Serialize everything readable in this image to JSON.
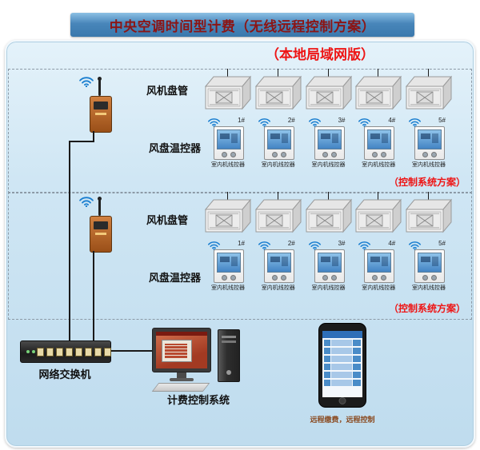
{
  "title_bar": {
    "text": "中央空调时间型计费（无线远程控制方案）"
  },
  "subtitle": {
    "text": "（本地局域网版）"
  },
  "sections": [
    {
      "fan_coil_label": "风机盘管",
      "thermostat_label": "风盘温控器",
      "control_note": "（控制系统方案）",
      "units": [
        {
          "id": "1#",
          "caption": "室内机线控器"
        },
        {
          "id": "2#",
          "caption": "室内机线控器"
        },
        {
          "id": "3#",
          "caption": "室内机线控器"
        },
        {
          "id": "4#",
          "caption": "室内机线控器"
        },
        {
          "id": "5#",
          "caption": "室内机线控器"
        }
      ]
    },
    {
      "fan_coil_label": "风机盘管",
      "thermostat_label": "风盘温控器",
      "control_note": "（控制系统方案）",
      "units": [
        {
          "id": "1#",
          "caption": "室内机线控器"
        },
        {
          "id": "2#",
          "caption": "室内机线控器"
        },
        {
          "id": "3#",
          "caption": "室内机线控器"
        },
        {
          "id": "4#",
          "caption": "室内机线控器"
        },
        {
          "id": "5#",
          "caption": "室内机线控器"
        }
      ]
    }
  ],
  "bottom": {
    "switch_label": "网络交换机",
    "billing_label": "计费控制系统",
    "phone_caption": "远程缴费，远程控制"
  },
  "colors": {
    "title_text": "#8b1515",
    "title_bg": "#4886ba",
    "subtitle_red": "#ee1414",
    "note_red": "#ee1414",
    "wifi_blue": "#1b7fd0",
    "panel_bg": "#cfe6f4",
    "gateway_orange": "#b36322"
  }
}
